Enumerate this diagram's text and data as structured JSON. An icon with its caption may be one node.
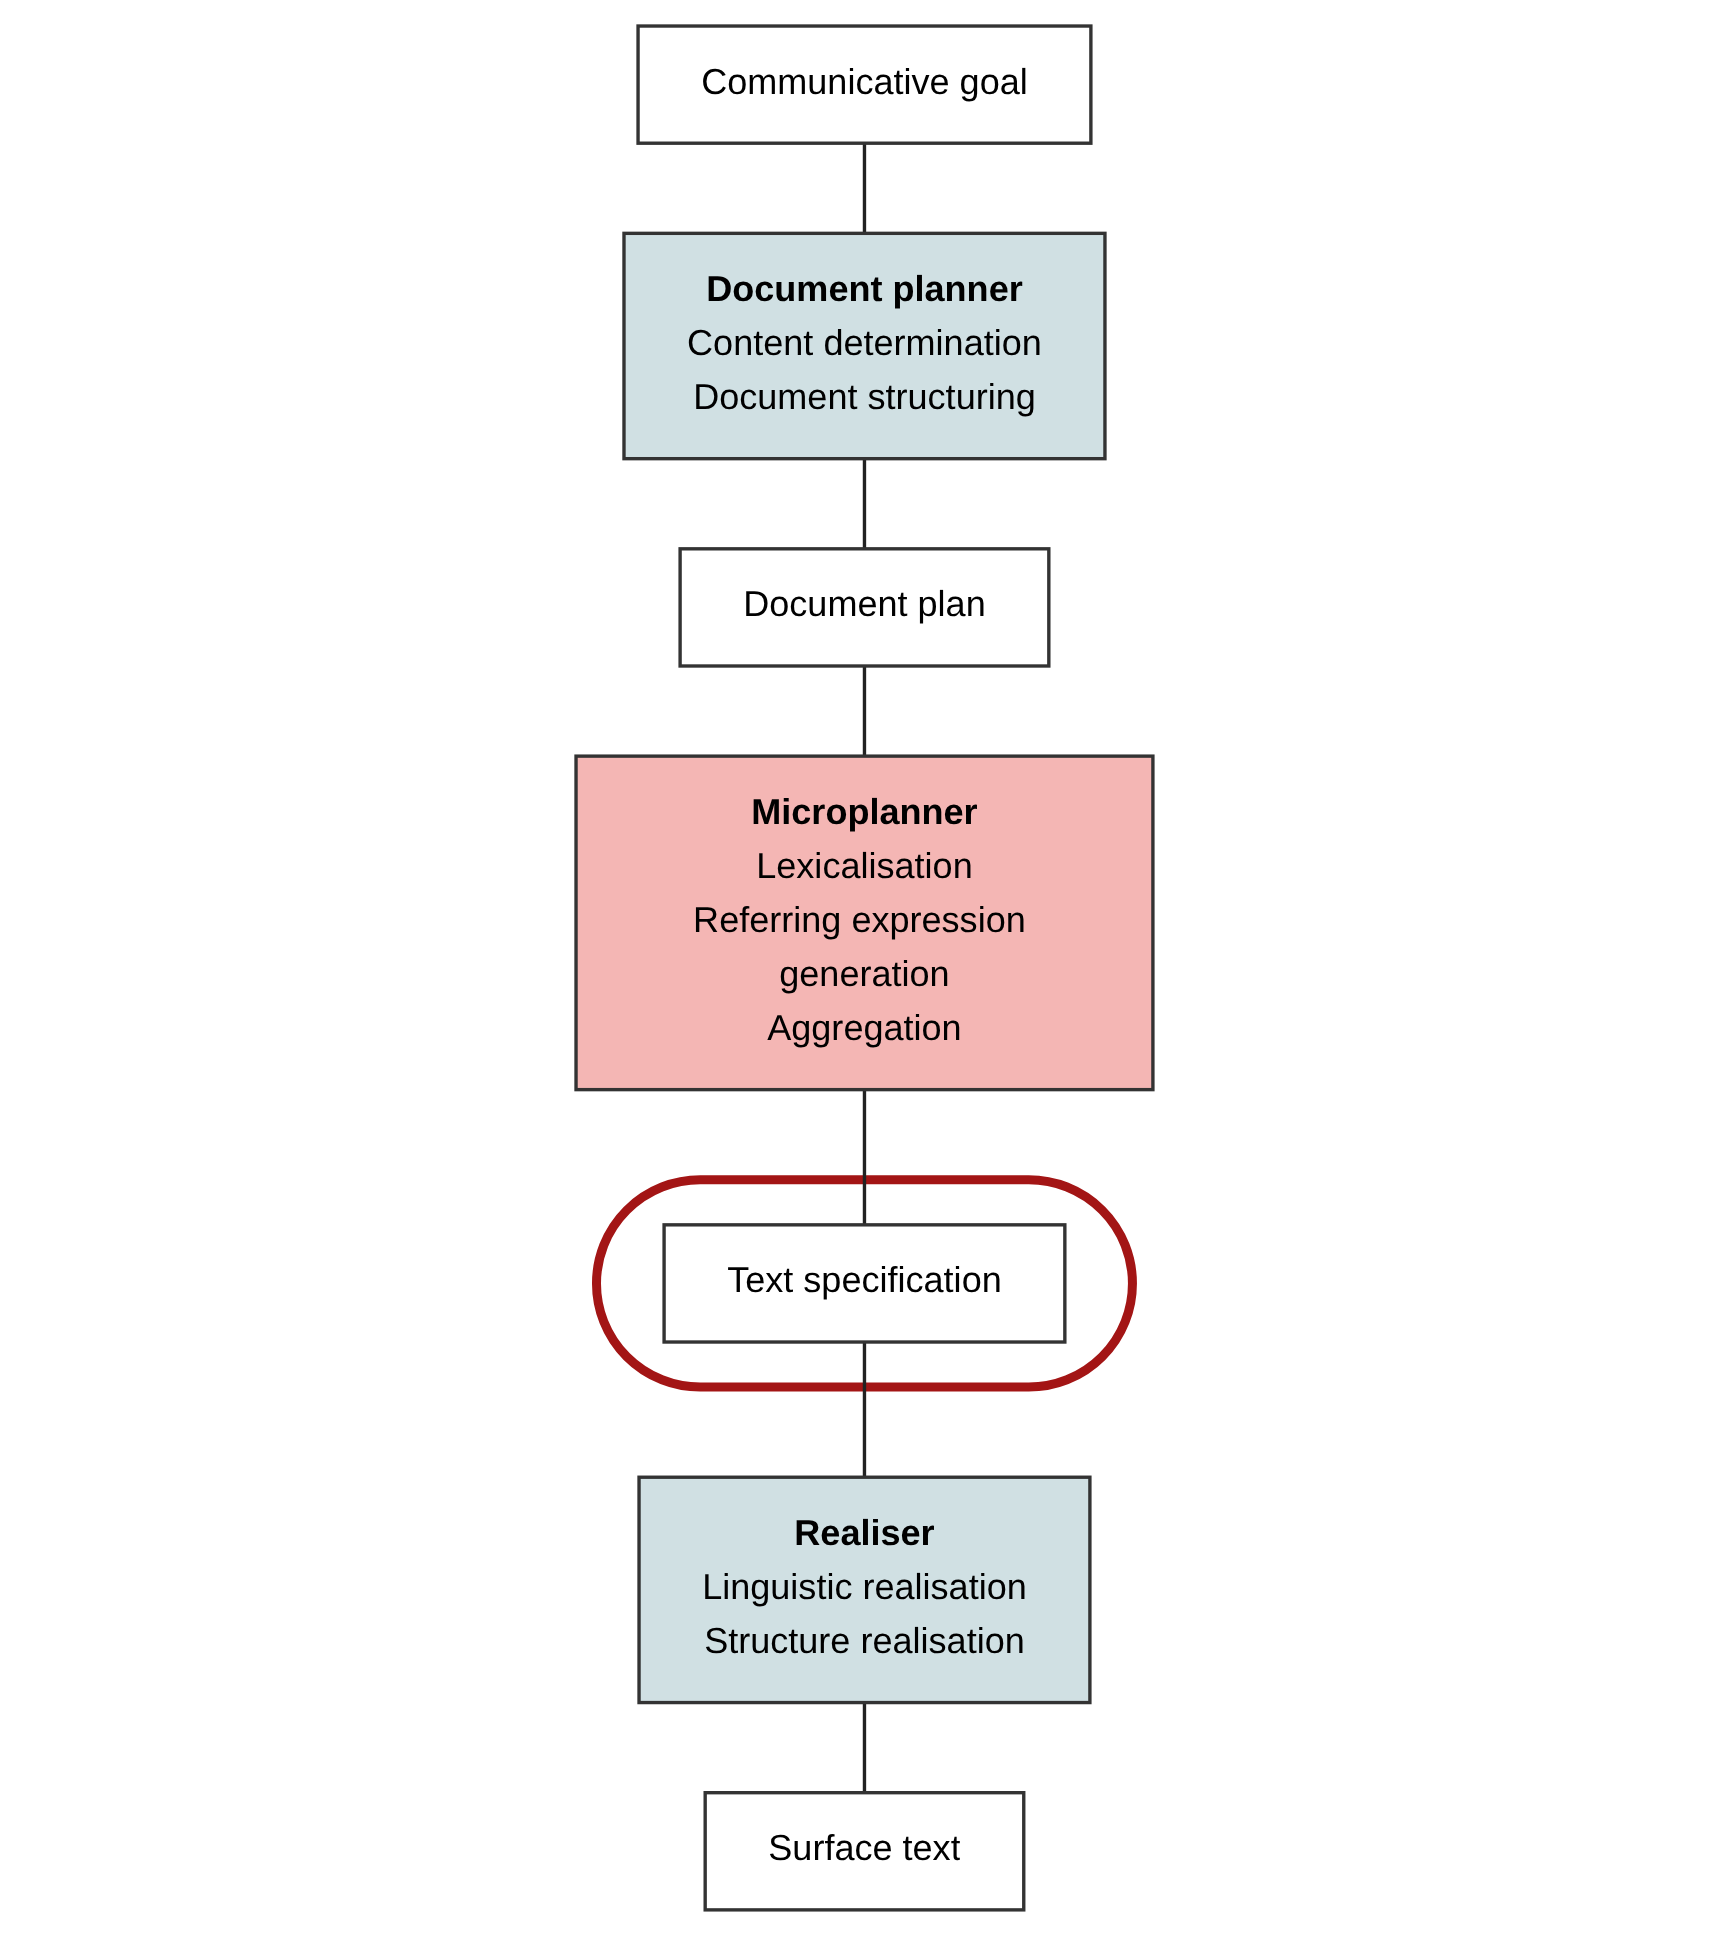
{
  "diagram": {
    "nodes": [
      {
        "text": [
          "Communicative goal"
        ]
      },
      {
        "text": [
          "Document planner",
          "Content determination",
          "Document structuring"
        ]
      },
      {
        "text": [
          "Document plan"
        ]
      },
      {
        "text": [
          "Microplanner",
          "Lexicalisation",
          "Referring expression generation",
          "Aggregation"
        ]
      },
      {
        "text": [],
        "shape": "ellipse"
      },
      {
        "text": [
          "Text specification"
        ],
        "in": 4
      },
      {
        "text": [
          "Realiser",
          "Linguistic realisation",
          "Structure realisation"
        ]
      },
      {
        "text": [
          "Surface text"
        ]
      }
    ],
    "edges": [
      {
        "from": 0,
        "to": 1,
        "arrow": "none"
      },
      {
        "from": 1,
        "to": 2,
        "arrow": "none"
      },
      {
        "from": 2,
        "to": 3,
        "arrow": "none"
      },
      {
        "from": 3,
        "to": 5,
        "arrow": "none"
      },
      {
        "from": 5,
        "to": 6,
        "arrow": "none"
      },
      {
        "from": 6,
        "to": 7,
        "arrow": "none"
      }
    ]
  }
}
